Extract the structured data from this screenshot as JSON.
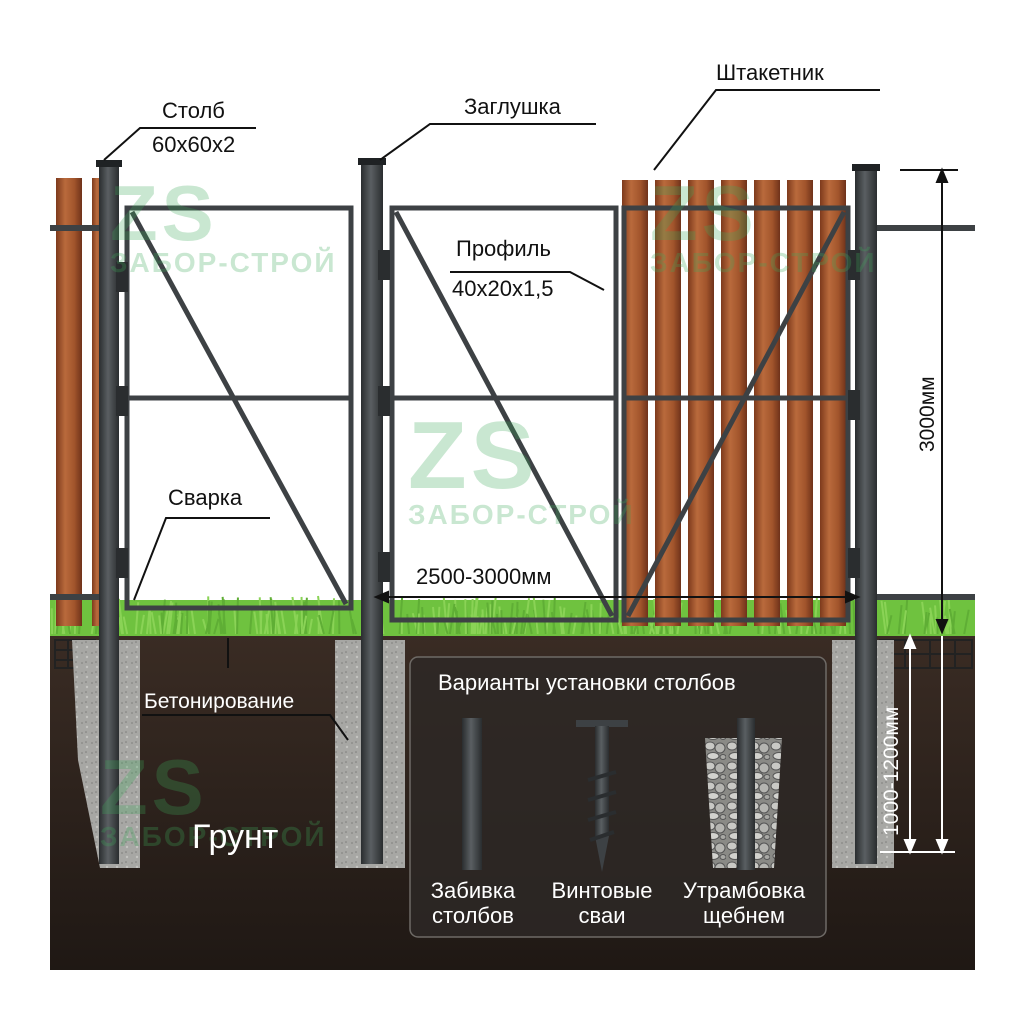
{
  "labels": {
    "post": "Столб",
    "post_size": "60х60х2",
    "cap": "Заглушка",
    "picket": "Штакетник",
    "profile": "Профиль",
    "profile_size": "40х20х1,5",
    "welding": "Сварка",
    "concreting": "Бетонирование",
    "ground": "Грунт",
    "width": "2500-3000мм",
    "height": "3000мм",
    "depth": "1000-1200мм"
  },
  "install_panel": {
    "title": "Варианты установки столбов",
    "options": [
      {
        "line1": "Забивка",
        "line2": "столбов"
      },
      {
        "line1": "Винтовые",
        "line2": "сваи"
      },
      {
        "line1": "Утрамбовка",
        "line2": "щебнем"
      }
    ]
  },
  "watermark": {
    "logo": "ZS",
    "brand": "ЗАБОР-СТРОЙ"
  },
  "colors": {
    "steel": "#3d4144",
    "wood": "#a4552e",
    "grass": "#6fc23f",
    "soil": "#2a211d",
    "concrete": "#a9a9a6",
    "watermark": "#3caa5a"
  }
}
